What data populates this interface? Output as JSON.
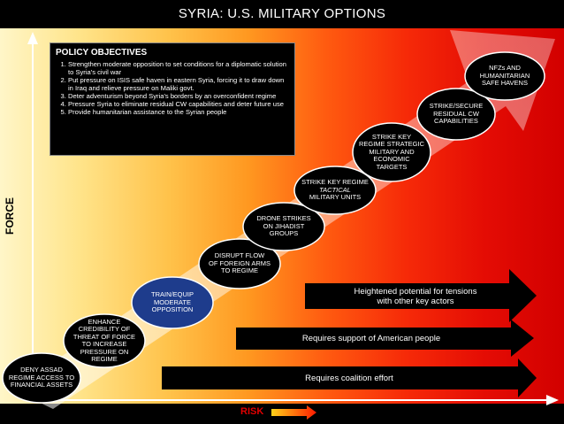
{
  "title": "SYRIA:  U.S. MILITARY OPTIONS",
  "policy": {
    "heading": "POLICY OBJECTIVES",
    "items": [
      "Strengthen moderate opposition to set conditions for a diplomatic solution to Syria's civil war",
      "Put pressure on ISIS safe haven in eastern Syria, forcing it to draw down in Iraq and relieve pressure on Maliki govt.",
      "Deter adventurism beyond Syria's borders by an overconfident regime",
      "Pressure Syria to eliminate residual CW capabilities and deter future use",
      "Provide humanitarian assistance to the Syrian people"
    ]
  },
  "options": [
    {
      "lines": [
        "DENY ASSAD",
        "REGIME ACCESS TO",
        "FINANCIAL ASSETS"
      ]
    },
    {
      "lines": [
        "ENHANCE",
        "CREDIBILITY OF",
        "THREAT OF FORCE",
        "TO INCREASE",
        "PRESSURE ON",
        "REGIME"
      ]
    },
    {
      "lines": [
        "TRAIN/EQUIP",
        "MODERATE",
        "OPPOSITION"
      ]
    },
    {
      "lines": [
        "DISRUPT FLOW",
        "OF FOREIGN ARMS",
        "TO REGIME"
      ]
    },
    {
      "lines": [
        "DRONE STRIKES",
        "ON JIHADIST",
        "GROUPS"
      ]
    },
    {
      "lines": [
        "STRIKE KEY REGIME",
        "TACTICAL",
        "MILITARY UNITS"
      ]
    },
    {
      "lines": [
        "STRIKE KEY",
        "REGIME STRATEGIC",
        "MILITARY AND",
        "ECONOMIC",
        "TARGETS"
      ]
    },
    {
      "lines": [
        "STRIKE/SECURE",
        "RESIDUAL CW",
        "CAPABILITIES"
      ]
    },
    {
      "lines": [
        "NFZs AND",
        "HUMANITARIAN",
        "SAFE HAVENS"
      ]
    }
  ],
  "bars": [
    {
      "label_line1": "Heightened potential for tensions",
      "label_line2": "with other key actors"
    },
    {
      "label_line1": "Requires support of American people",
      "label_line2": ""
    },
    {
      "label_line1": "Requires coalition effort",
      "label_line2": ""
    }
  ],
  "axes": {
    "y_label": "FORCE",
    "x_label": "RISK"
  },
  "colors": {
    "highlight_oval": "#1e3c8c",
    "oval": "#000000",
    "risk_label": "#e00000"
  }
}
